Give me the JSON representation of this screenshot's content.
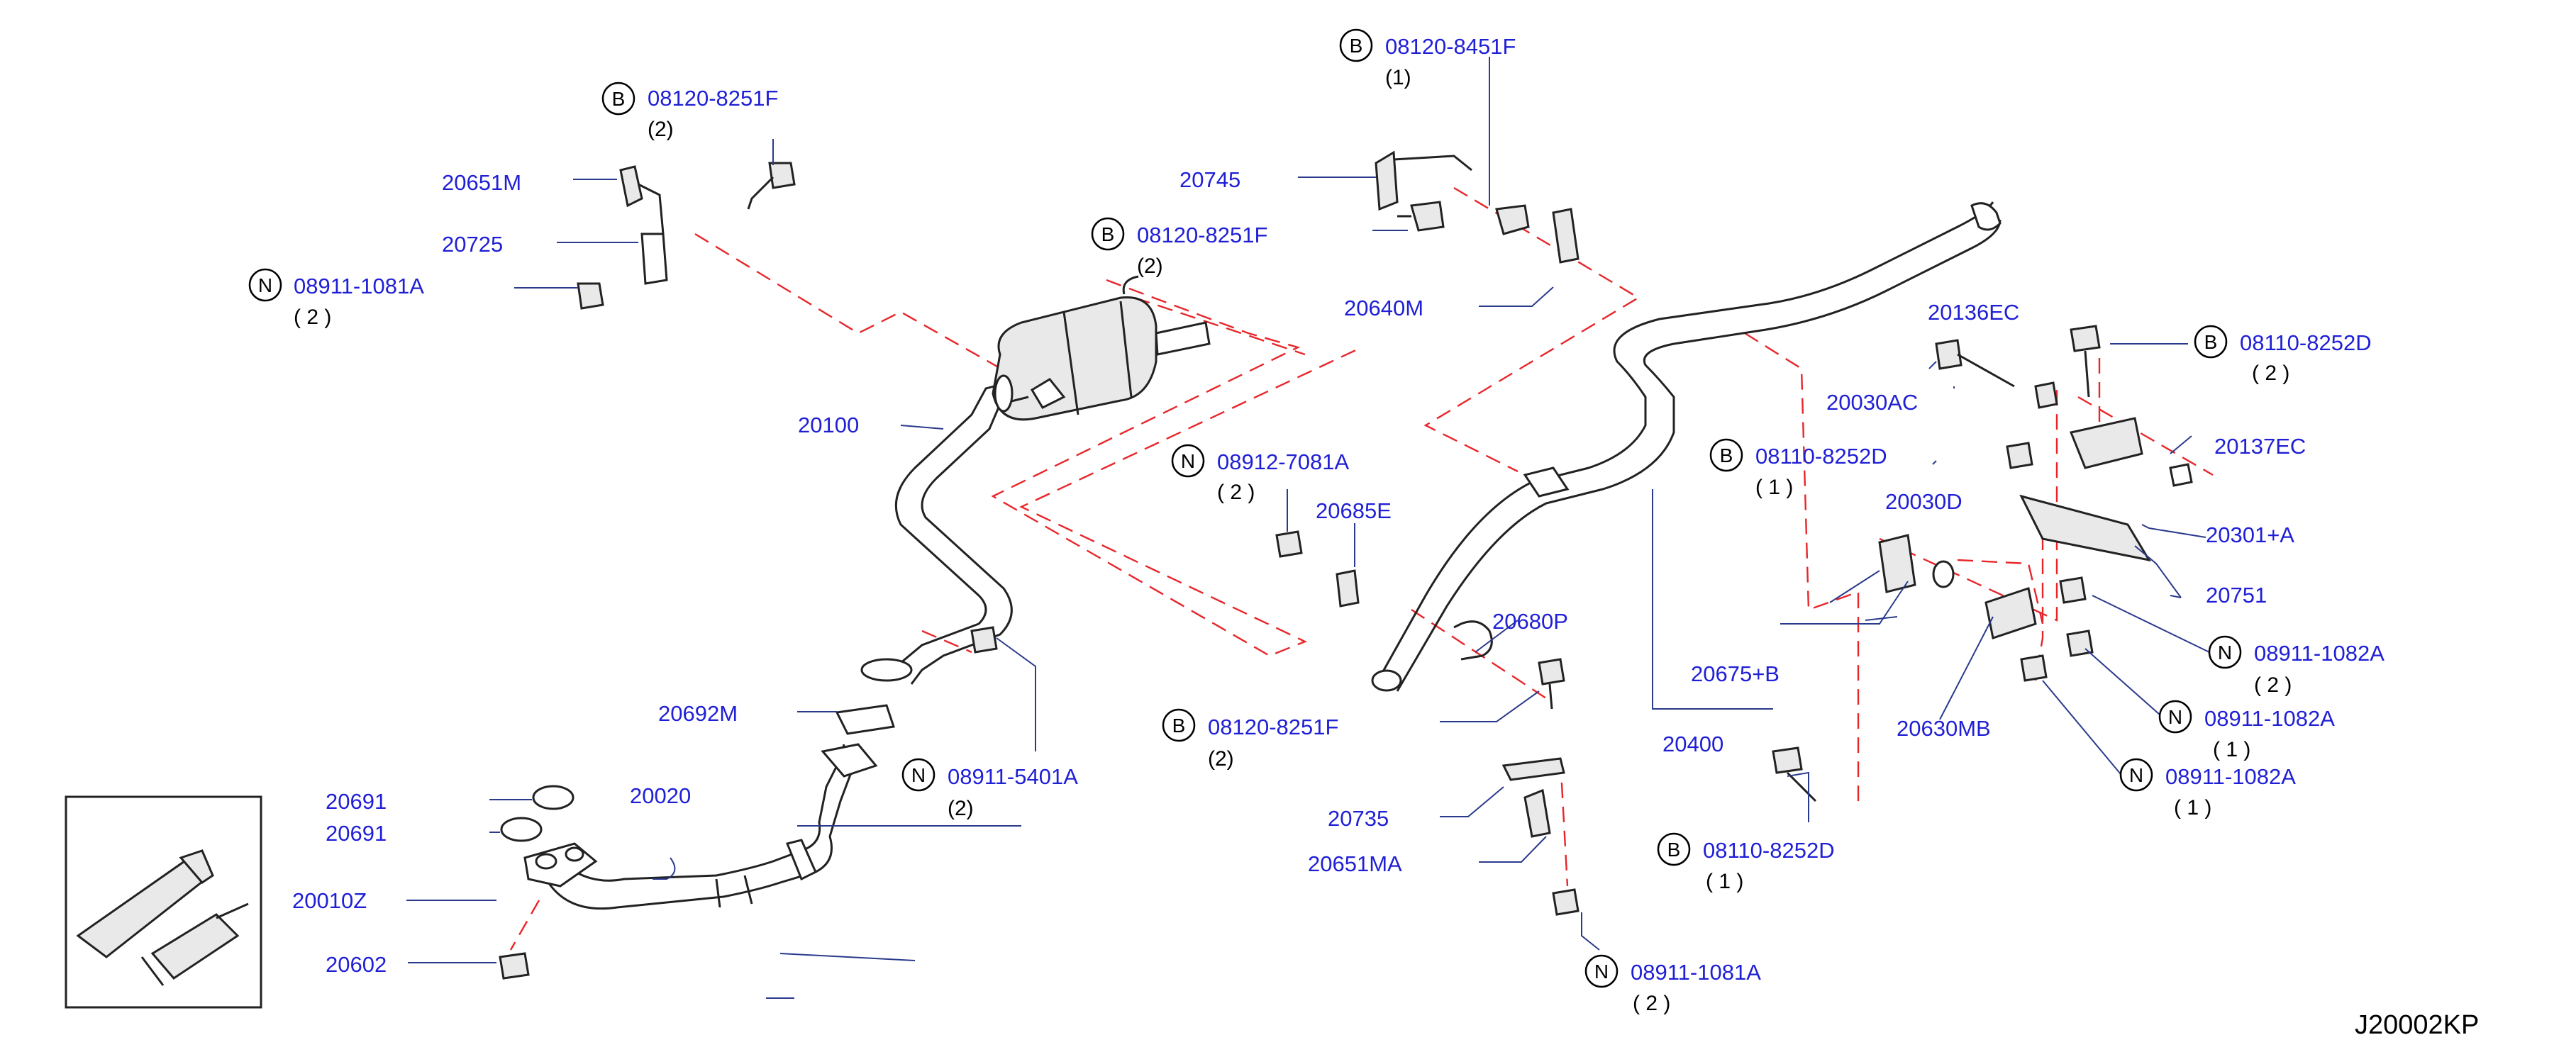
{
  "diagram_code": "J20002KP",
  "parts": {
    "p20651M": "20651M",
    "p20725": "20725",
    "p20100": "20100",
    "p20692M": "20692M",
    "p20691a": "20691",
    "p20691b": "20691",
    "p20020": "20020",
    "p20010Z": "20010Z",
    "p20602": "20602",
    "p20745": "20745",
    "p20640M": "20640M",
    "p20685E": "20685E",
    "p20680P": "20680P",
    "p20735": "20735",
    "p20651MA": "20651MA",
    "p20136EC": "20136EC",
    "p20030AC": "20030AC",
    "p20137EC": "20137EC",
    "p20301A": "20301+A",
    "p20751": "20751",
    "p20030D": "20030D",
    "p20675B": "20675+B",
    "p20400": "20400",
    "p20630MB": "20630MB"
  },
  "fasteners": {
    "f1": {
      "prefix": "B",
      "code": "08120-8251F",
      "qty": "(2)"
    },
    "f2": {
      "prefix": "N",
      "code": "08911-1081A",
      "qty": "( 2 )"
    },
    "f3": {
      "prefix": "B",
      "code": "08120-8451F",
      "qty": "(1)"
    },
    "f4": {
      "prefix": "B",
      "code": "08120-8251F",
      "qty": "(2)"
    },
    "f5": {
      "prefix": "N",
      "code": "08912-7081A",
      "qty": "( 2 )"
    },
    "f6": {
      "prefix": "N",
      "code": "08911-5401A",
      "qty": "(2)"
    },
    "f7": {
      "prefix": "B",
      "code": "08120-8251F",
      "qty": "(2)"
    },
    "f8": {
      "prefix": "B",
      "code": "08110-8252D",
      "qty": "( 2 )"
    },
    "f9": {
      "prefix": "B",
      "code": "08110-8252D",
      "qty": "( 1 )"
    },
    "f10": {
      "prefix": "N",
      "code": "08911-1082A",
      "qty": "( 2 )"
    },
    "f11": {
      "prefix": "N",
      "code": "08911-1082A",
      "qty": "( 1 )"
    },
    "f12": {
      "prefix": "N",
      "code": "08911-1082A",
      "qty": "( 1 )"
    },
    "f13": {
      "prefix": "B",
      "code": "08110-8252D",
      "qty": "( 1 )"
    },
    "f14": {
      "prefix": "N",
      "code": "08911-1081A",
      "qty": "( 2 )"
    }
  }
}
